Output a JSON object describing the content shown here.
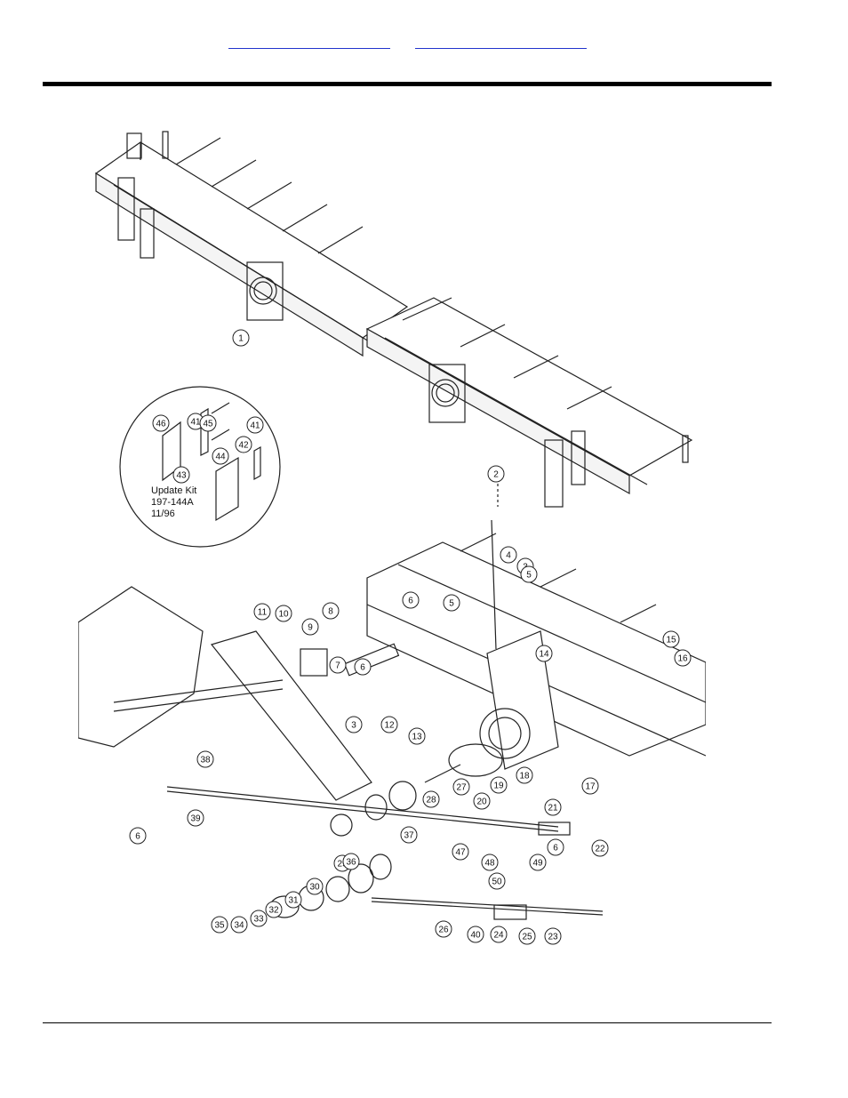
{
  "header": {
    "link_left": "",
    "link_right": ""
  },
  "inset": {
    "title_line1": "Update Kit",
    "title_line2": "197-144A",
    "title_line3": "11/96"
  },
  "callouts": [
    "1",
    "2",
    "3",
    "3",
    "4",
    "5",
    "5",
    "6",
    "6",
    "6",
    "6",
    "7",
    "8",
    "9",
    "10",
    "11",
    "12",
    "13",
    "14",
    "15",
    "16",
    "17",
    "18",
    "19",
    "20",
    "21",
    "22",
    "23",
    "24",
    "25",
    "26",
    "27",
    "28",
    "29",
    "30",
    "31",
    "32",
    "33",
    "34",
    "35",
    "36",
    "37",
    "38",
    "39",
    "40",
    "41",
    "41",
    "42",
    "43",
    "44",
    "45",
    "46",
    "47",
    "48",
    "49",
    "50"
  ]
}
